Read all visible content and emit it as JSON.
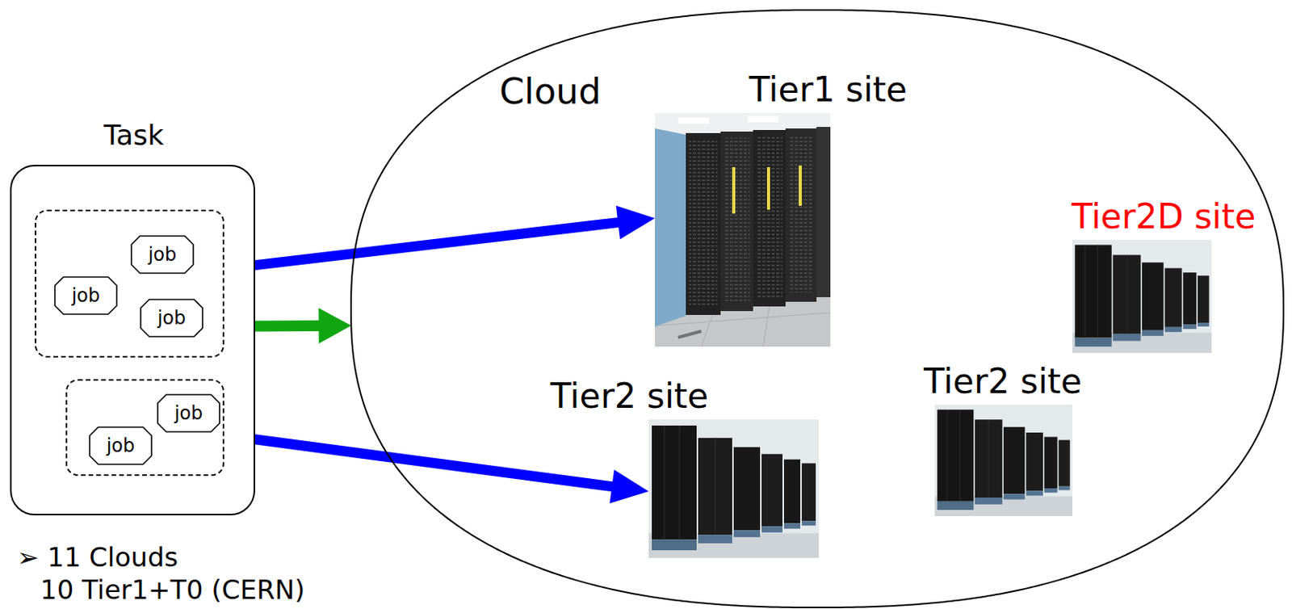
{
  "diagram": {
    "nodes": [
      {
        "text": [
          "Task"
        ]
      },
      {
        "in": 0
      },
      {
        "text": [
          "job"
        ],
        "in": 1
      },
      {
        "text": [
          "job"
        ],
        "in": 1
      },
      {
        "text": [
          "job"
        ],
        "in": 1
      },
      {
        "in": 0
      },
      {
        "text": [
          "job"
        ],
        "in": 5
      },
      {
        "text": [
          "job"
        ],
        "in": 5
      },
      {
        "text": [
          "Cloud"
        ]
      },
      {
        "text": [
          "Tier1 site"
        ],
        "in": 8
      },
      {
        "text": [
          "Tier2D site"
        ],
        "in": 8
      },
      {
        "text": [
          "Tier2 site"
        ],
        "in": 8
      },
      {
        "text": [
          "Tier2 site"
        ],
        "in": 8
      }
    ],
    "edges": [
      {
        "from": 1,
        "to": 9,
        "arrow": "to"
      },
      {
        "from": 0,
        "to": 8,
        "arrow": "to"
      },
      {
        "from": 5,
        "to": 11,
        "arrow": "to"
      }
    ],
    "labels": [
      "➢ 11 Clouds",
      "10 Tier1+T0 (CERN)"
    ]
  }
}
